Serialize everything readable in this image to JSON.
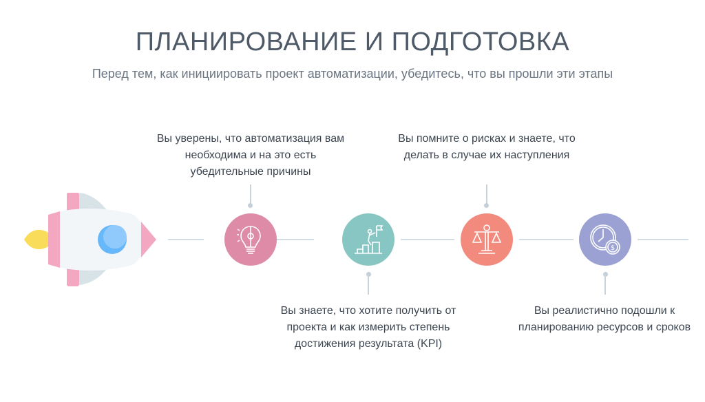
{
  "title": "ПЛАНИРОВАНИЕ И ПОДГОТОВКА",
  "subtitle": "Перед тем, как инициировать проект автоматизации, убедитесь, что вы прошли эти этапы",
  "steps": [
    {
      "icon": "lightbulb-gear-icon",
      "color": "#de8ba7",
      "text": "Вы уверены, что автоматизация вам необходима и на это есть убедительные причины"
    },
    {
      "icon": "climber-flag-icon",
      "color": "#88c6c3",
      "text": "Вы знаете, что хотите получить от проекта и как измерить степень достижения результата (KPI)"
    },
    {
      "icon": "scales-icon",
      "color": "#f28a7e",
      "text": "Вы помните о рисках и знаете, что делать в случае их наступления"
    },
    {
      "icon": "clock-dollar-icon",
      "color": "#9ba2d3",
      "text": "Вы реалистично подошли к планированию ресурсов и сроков"
    }
  ]
}
